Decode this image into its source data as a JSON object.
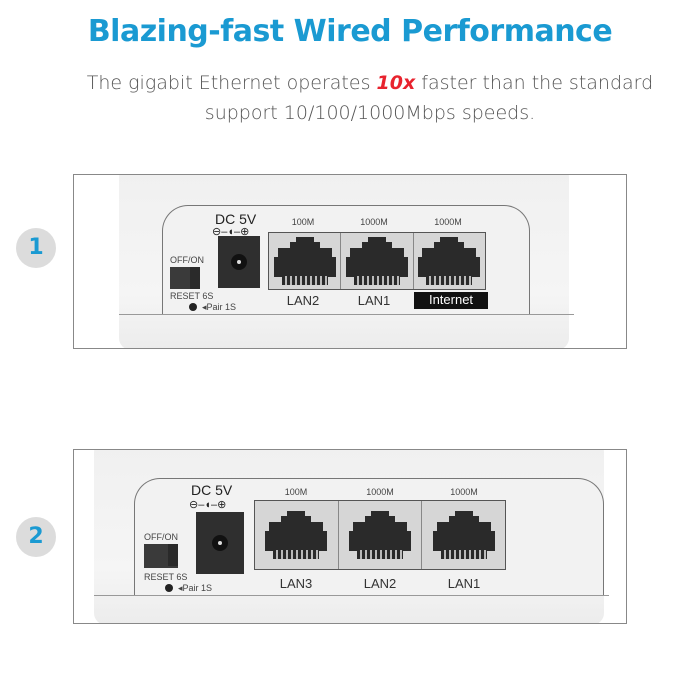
{
  "header": {
    "title": "Blazing-fast Wired Performance",
    "subtitle_pre": "The gigabit Ethernet operates ",
    "subtitle_highlight": "10x",
    "subtitle_post": " faster than the standard support 10/100/1000Mbps speeds."
  },
  "colors": {
    "title": "#1a9ad2",
    "highlight": "#e8232e",
    "badge_bg": "#dcdcdc"
  },
  "panels": [
    {
      "badge": "1",
      "dc_label": "DC 5V",
      "dc_symbol": "⊖–◖–⊕",
      "switch_label": "OFF/ON",
      "reset_label": "RESET 6S",
      "pair_label": "◂Pair 1S",
      "ports": [
        {
          "speed": "100M",
          "name": "LAN2"
        },
        {
          "speed": "1000M",
          "name": "LAN1"
        },
        {
          "speed": "1000M",
          "name": "Internet"
        }
      ]
    },
    {
      "badge": "2",
      "dc_label": "DC 5V",
      "dc_symbol": "⊖–◖–⊕",
      "switch_label": "OFF/ON",
      "reset_label": "RESET 6S",
      "pair_label": "◂Pair 1S",
      "ports": [
        {
          "speed": "100M",
          "name": "LAN3"
        },
        {
          "speed": "1000M",
          "name": "LAN2"
        },
        {
          "speed": "1000M",
          "name": "LAN1"
        }
      ]
    }
  ]
}
